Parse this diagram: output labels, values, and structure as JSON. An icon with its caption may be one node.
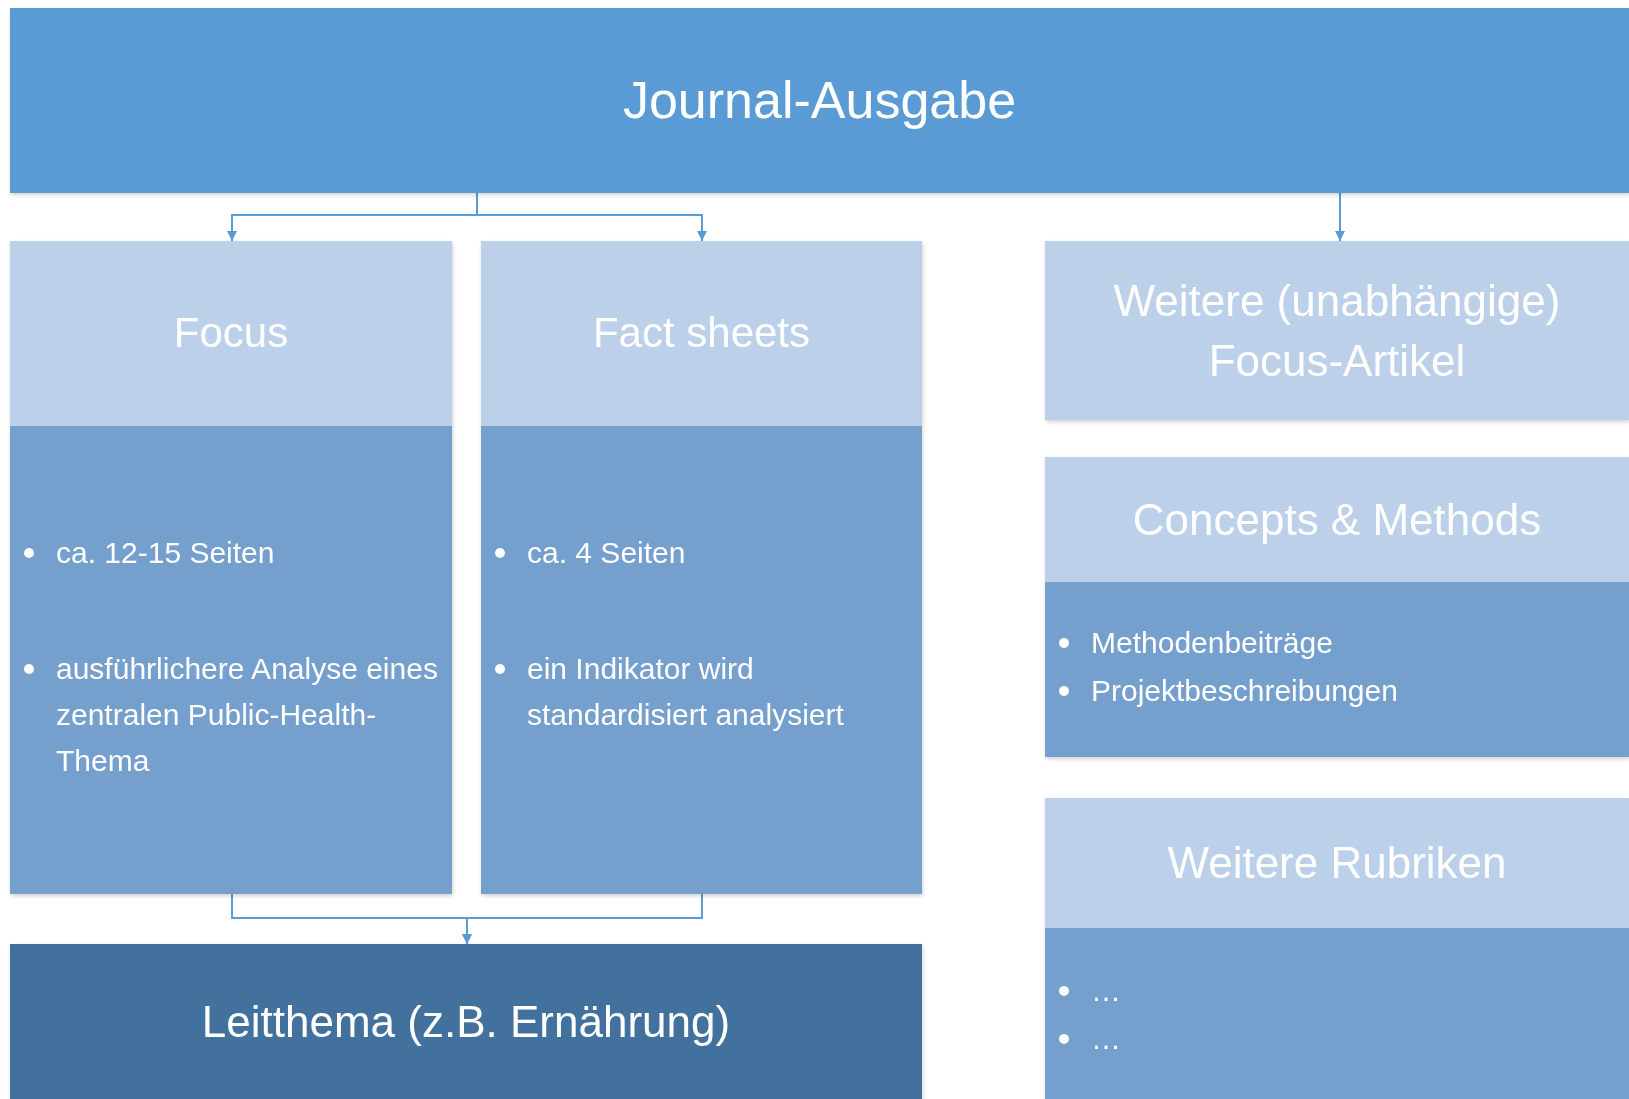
{
  "diagram": {
    "nodes": [
      {
        "text": [
          "Journal-Ausgabe"
        ]
      },
      {
        "text": [
          "Focus",
          "ca. 12-15 Seiten",
          "ausführlichere Analyse eines zentralen Public-Health-Thema"
        ]
      },
      {
        "text": [
          "Fact sheets",
          "ca. 4 Seiten",
          "ein Indikator wird standardisiert analysiert"
        ]
      },
      {
        "text": [
          "Leitthema (z.B. Ernährung)"
        ]
      },
      {
        "text": [
          "Weitere (unabhängige) Focus-Artikel"
        ]
      },
      {
        "text": [
          "Concepts & Methods",
          "Methodenbeiträge",
          "Projektbeschreibungen"
        ]
      },
      {
        "text": [
          "Weitere Rubriken",
          "…",
          "…"
        ]
      }
    ],
    "edges": [
      {
        "from": 0,
        "to": 1,
        "arrow": "to"
      },
      {
        "from": 0,
        "to": 2,
        "arrow": "to"
      },
      {
        "from": 0,
        "to": 4,
        "arrow": "to"
      },
      {
        "from": 1,
        "to": 3,
        "arrow": "to"
      },
      {
        "from": 2,
        "to": 3,
        "arrow": "to"
      }
    ]
  }
}
